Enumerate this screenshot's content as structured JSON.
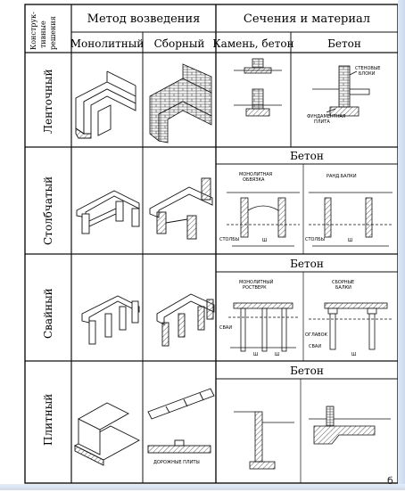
{
  "table": {
    "corner_header": [
      "Конструк-",
      "тивные",
      "решения"
    ],
    "method_header": "Метод возведения",
    "method_sub": {
      "monolithic": "Монолитный",
      "prefab": "Сборный"
    },
    "section_header": "Сечения и материал",
    "section_sub": {
      "stone": "Камень, бетон",
      "concrete": "Бетон"
    },
    "rows": [
      {
        "name": "Ленточный",
        "annotations": {
          "wall_blocks_1": "СТЕНОВЫЕ",
          "wall_blocks_2": "БЛОКИ",
          "found_slab_1": "ФУНДАМЕНТНАЯ",
          "found_slab_2": "ПЛИТА"
        }
      },
      {
        "name": "Столбчатый",
        "material": "Бетон",
        "annotations": {
          "mono_1": "МОНОЛИТНАЯ",
          "mono_2": "ОБВЯЗКА",
          "beam": "РАНД.БАЛКИ",
          "posts_left": "СТОЛБЫ",
          "posts_right": "СТОЛБЫ",
          "dim_left": "Ш",
          "dim_right": "Ш"
        }
      },
      {
        "name": "Свайный",
        "material": "Бетон",
        "annotations": {
          "grill_1": "МОНОЛИТНЫЙ",
          "grill_2": "РОСТВЕРК",
          "prefab_1": "СБОРНЫЕ",
          "prefab_2": "БАЛКИ",
          "pile_left": "СВАИ",
          "head": "ОГЛАВОК",
          "pile_right": "СВАИ",
          "dim_a": "Ш",
          "dim_b": "Ш",
          "dim_c": "Ш"
        }
      },
      {
        "name": "Плитный",
        "material": "Бетон",
        "annotations": {
          "road_slabs": "ДОРОЖНЫЕ ПЛИТЫ"
        }
      }
    ]
  },
  "page_mark": "б"
}
